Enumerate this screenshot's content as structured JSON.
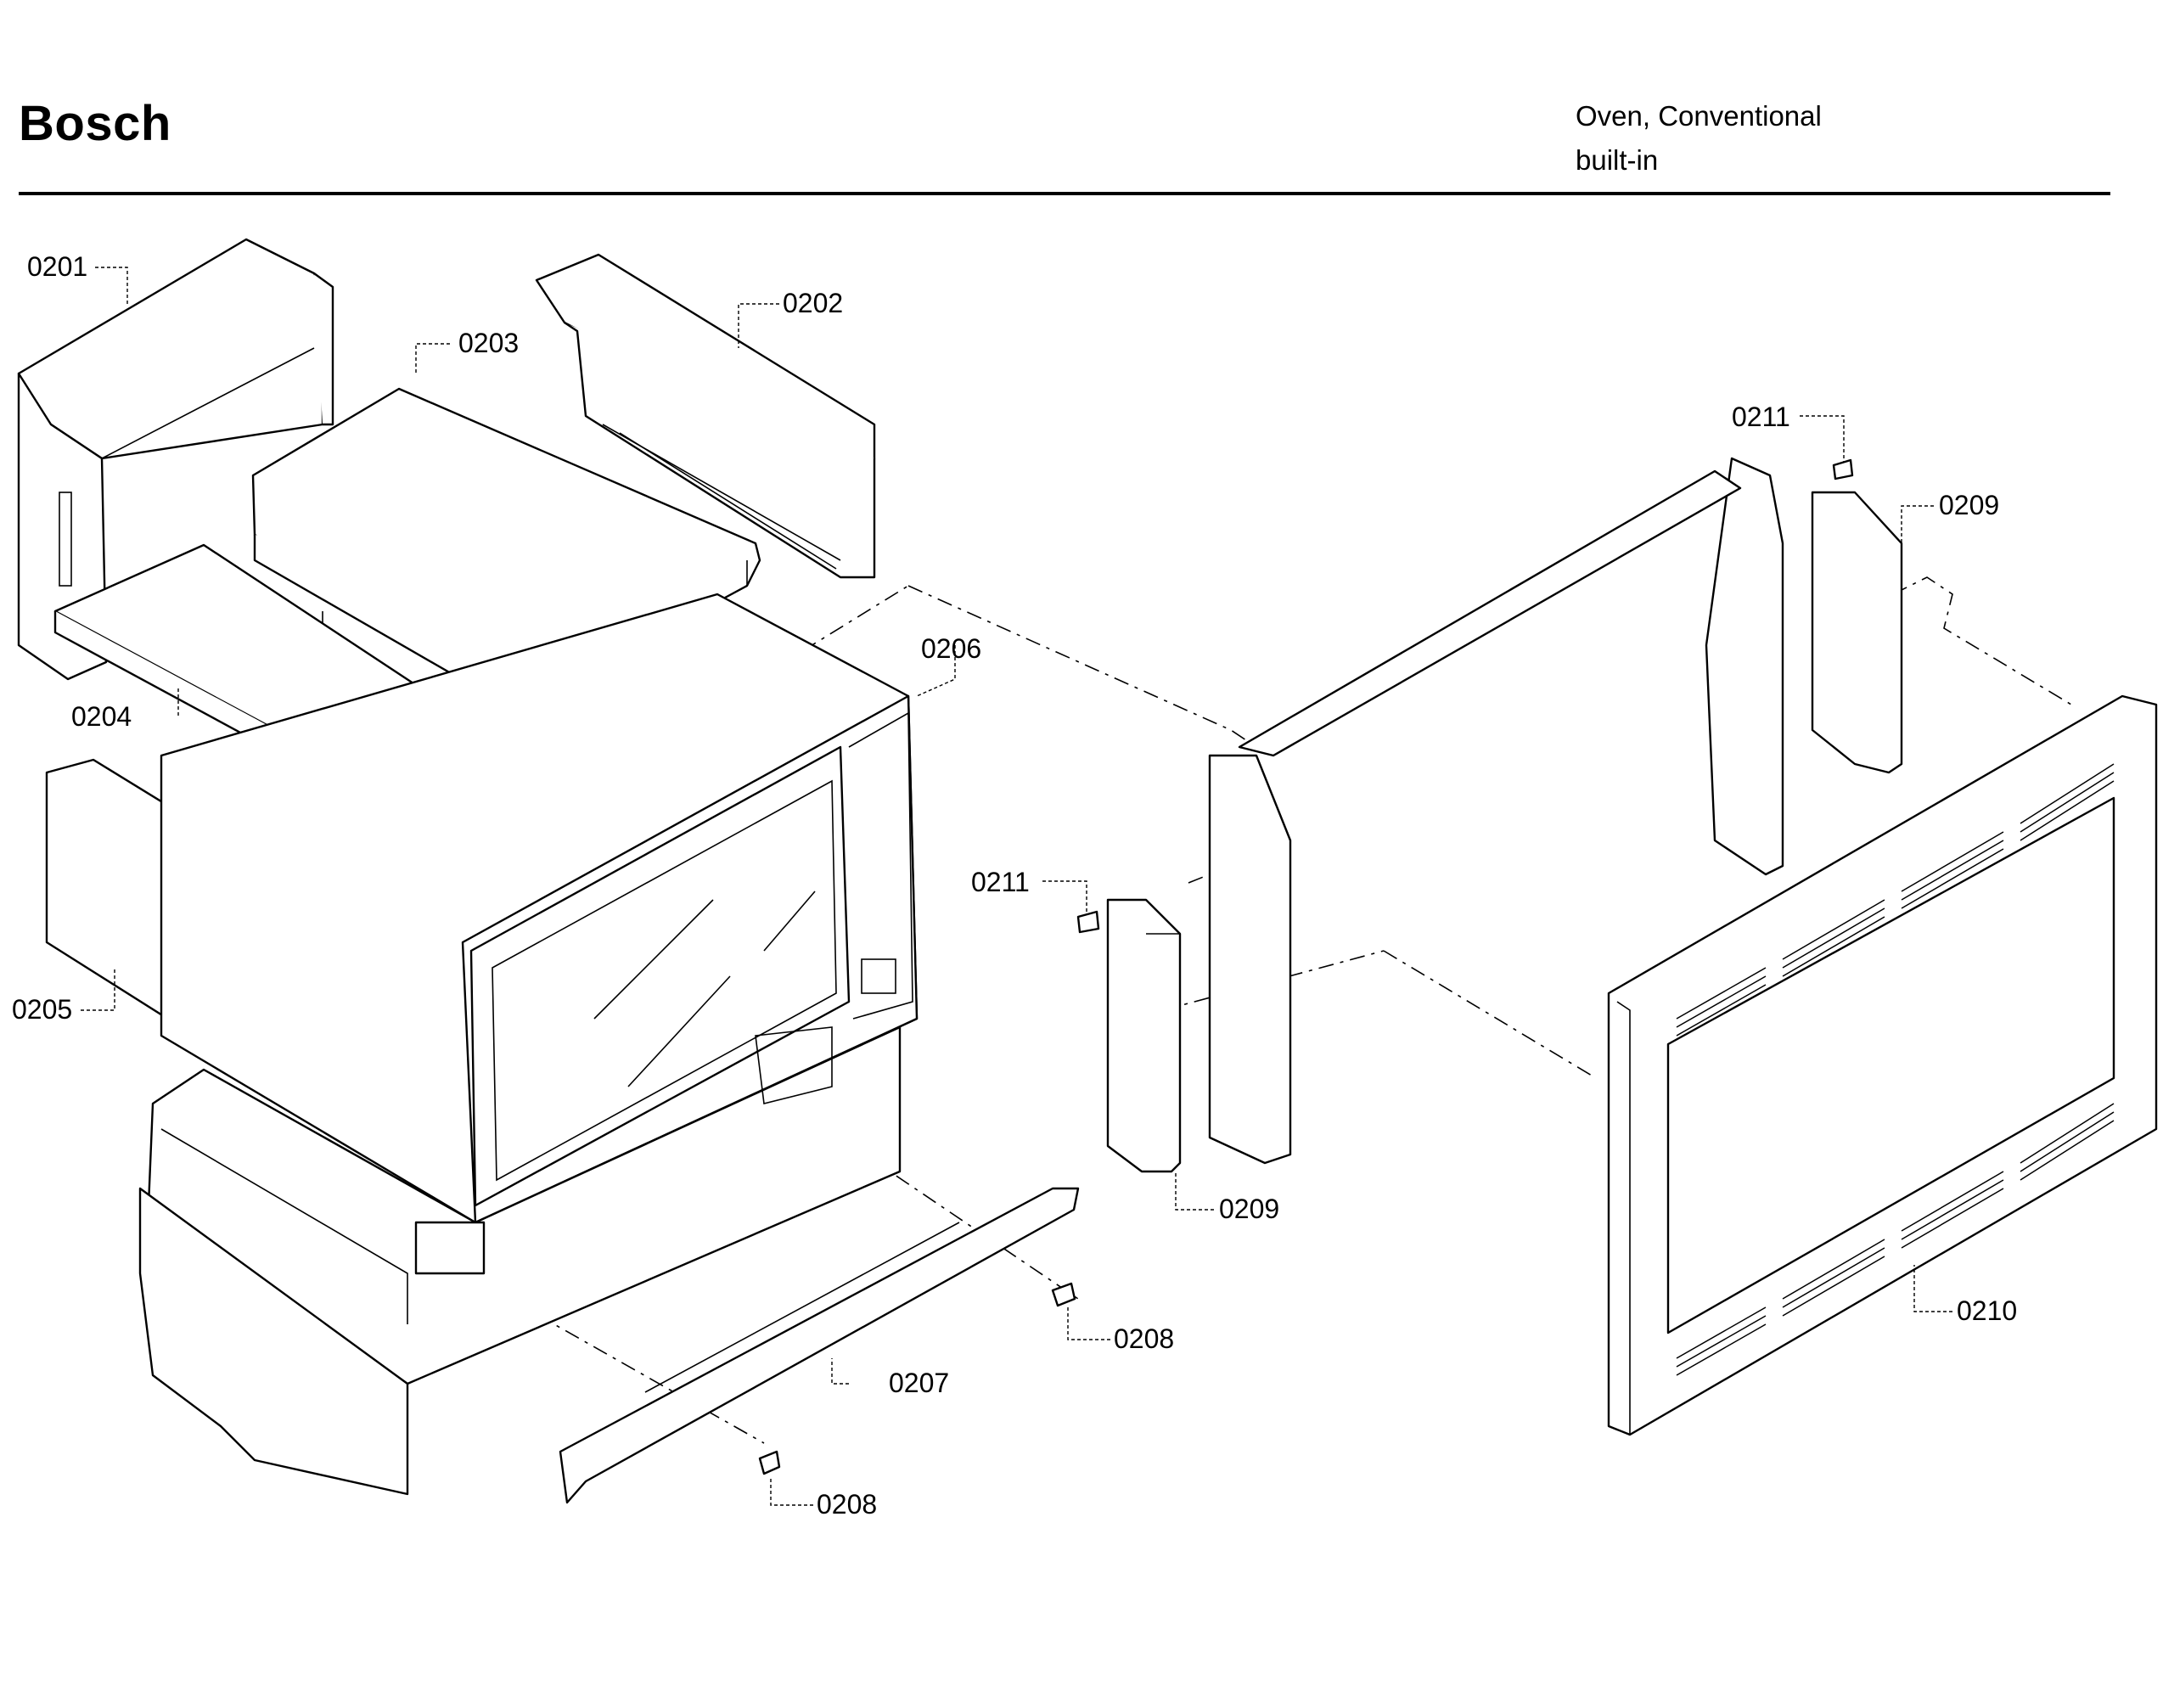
{
  "header": {
    "brand": "Bosch",
    "category_line1": "Oven, Conventional",
    "category_line2": "built-in"
  },
  "callouts": {
    "c0201": "0201",
    "c0202": "0202",
    "c0203": "0203",
    "c0204": "0204",
    "c0205": "0205",
    "c0206": "0206",
    "c0207": "0207",
    "c0208a": "0208",
    "c0208b": "0208",
    "c0209a": "0209",
    "c0209b": "0209",
    "c0210": "0210",
    "c0211a": "0211",
    "c0211b": "0211"
  }
}
